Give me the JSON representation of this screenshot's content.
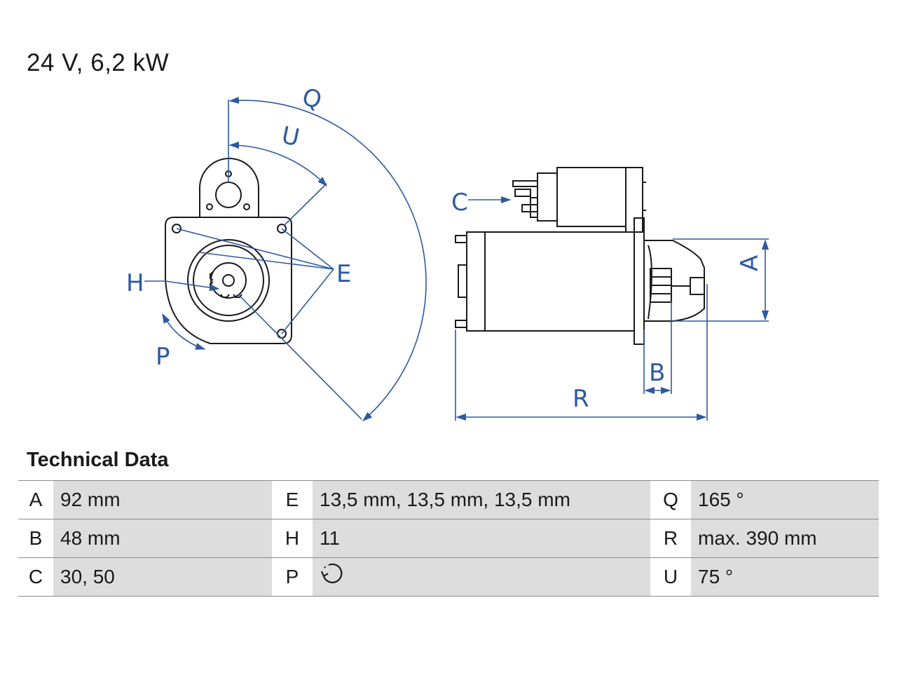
{
  "heading": "24 V, 6,2 kW",
  "drawing": {
    "labels": {
      "Q": "Q",
      "U": "U",
      "C": "C",
      "E": "E",
      "H": "H",
      "P": "P",
      "A": "A",
      "B": "B",
      "R": "R"
    },
    "line_color": "#2d5aa0",
    "outline_color": "#1a1a1a"
  },
  "technical_data": {
    "title": "Technical Data",
    "rows": [
      [
        {
          "key": "A",
          "value": "92 mm"
        },
        {
          "key": "E",
          "value": "13,5 mm, 13,5 mm, 13,5 mm"
        },
        {
          "key": "Q",
          "value": "165 °"
        }
      ],
      [
        {
          "key": "B",
          "value": "48 mm"
        },
        {
          "key": "H",
          "value": "11"
        },
        {
          "key": "R",
          "value": "max. 390 mm"
        }
      ],
      [
        {
          "key": "C",
          "value": "30, 50"
        },
        {
          "key": "P",
          "value": "",
          "icon": "rotation-clockwise-icon"
        },
        {
          "key": "U",
          "value": "75 °"
        }
      ]
    ]
  }
}
